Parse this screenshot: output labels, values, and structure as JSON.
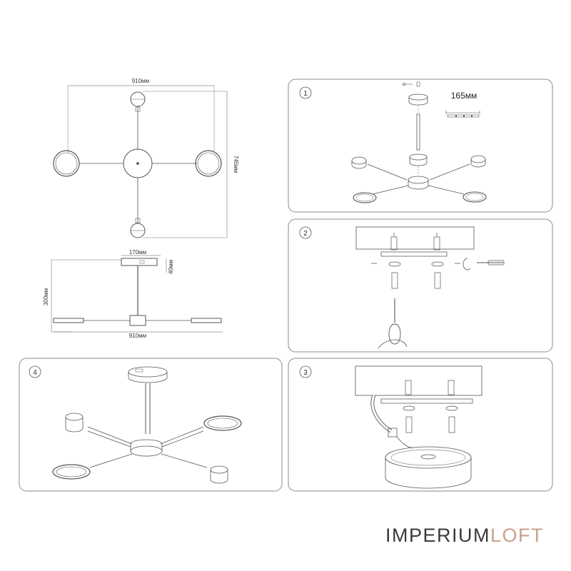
{
  "dimensions": {
    "top_width": "910мм",
    "top_height": "745мм",
    "side_canopy_width": "170мм",
    "side_canopy_height": "40мм",
    "side_height": "300мм",
    "side_width": "910мм"
  },
  "steps": [
    {
      "number": "1",
      "note": "165мм"
    },
    {
      "number": "2"
    },
    {
      "number": "3"
    },
    {
      "number": "4"
    }
  ],
  "brand": {
    "part1": "IMPERIUM",
    "part2": "LOFT",
    "color1": "#3a3a3a",
    "color2": "#c8a08c"
  },
  "colors": {
    "line": "#555555",
    "panel_border": "#8a8a8a"
  }
}
